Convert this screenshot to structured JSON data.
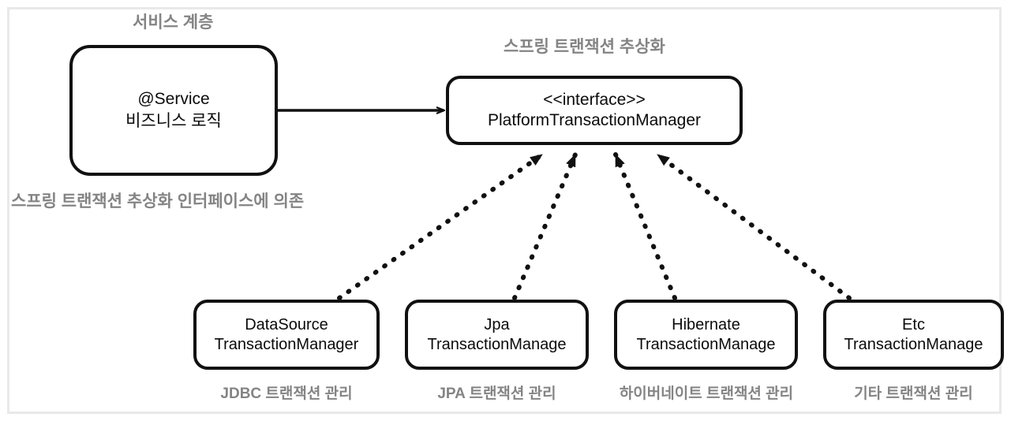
{
  "diagram": {
    "title": "Spring Transaction Abstraction",
    "colors": {
      "stroke": "#111111",
      "caption": "#848484",
      "frame": "#e9e9e9",
      "background": "#ffffff"
    },
    "captions": {
      "service_layer": "서비스 계층",
      "spring_abstraction": "스프링 트랜잭션 추상화",
      "depends_on": "스프링 트랜잭션 추상화 인터페이스에 의존"
    },
    "nodes": {
      "service": {
        "line1": "@Service",
        "line2": "비즈니스 로직"
      },
      "platform_transaction_manager": {
        "line1": "<<interface>>",
        "line2": "PlatformTransactionManager"
      }
    },
    "implementations": [
      {
        "line1": "DataSource",
        "line2": "TransactionManager",
        "caption": "JDBC 트랜잭션 관리"
      },
      {
        "line1": "Jpa",
        "line2": "TransactionManage",
        "caption": "JPA 트랜잭션 관리"
      },
      {
        "line1": "Hibernate",
        "line2": "TransactionManage",
        "caption": "하이버네이트 트랜잭션 관리"
      },
      {
        "line1": "Etc",
        "line2": "TransactionManage",
        "caption": "기타 트랜잭션 관리"
      }
    ],
    "edges": [
      {
        "name": "service-to-ptm",
        "style": "solid",
        "arrowhead": "open-arrow",
        "from": "service",
        "to": "platform_transaction_manager"
      },
      {
        "name": "datasource-realizes-ptm",
        "style": "dotted",
        "arrowhead": "filled-triangle",
        "from": "DataSourceTransactionManager",
        "to": "platform_transaction_manager"
      },
      {
        "name": "jpa-realizes-ptm",
        "style": "dotted",
        "arrowhead": "filled-triangle",
        "from": "JpaTransactionManage",
        "to": "platform_transaction_manager"
      },
      {
        "name": "hibernate-realizes-ptm",
        "style": "dotted",
        "arrowhead": "filled-triangle",
        "from": "HibernateTransactionManage",
        "to": "platform_transaction_manager"
      },
      {
        "name": "etc-realizes-ptm",
        "style": "dotted",
        "arrowhead": "filled-triangle",
        "from": "EtcTransactionManage",
        "to": "platform_transaction_manager"
      }
    ]
  }
}
